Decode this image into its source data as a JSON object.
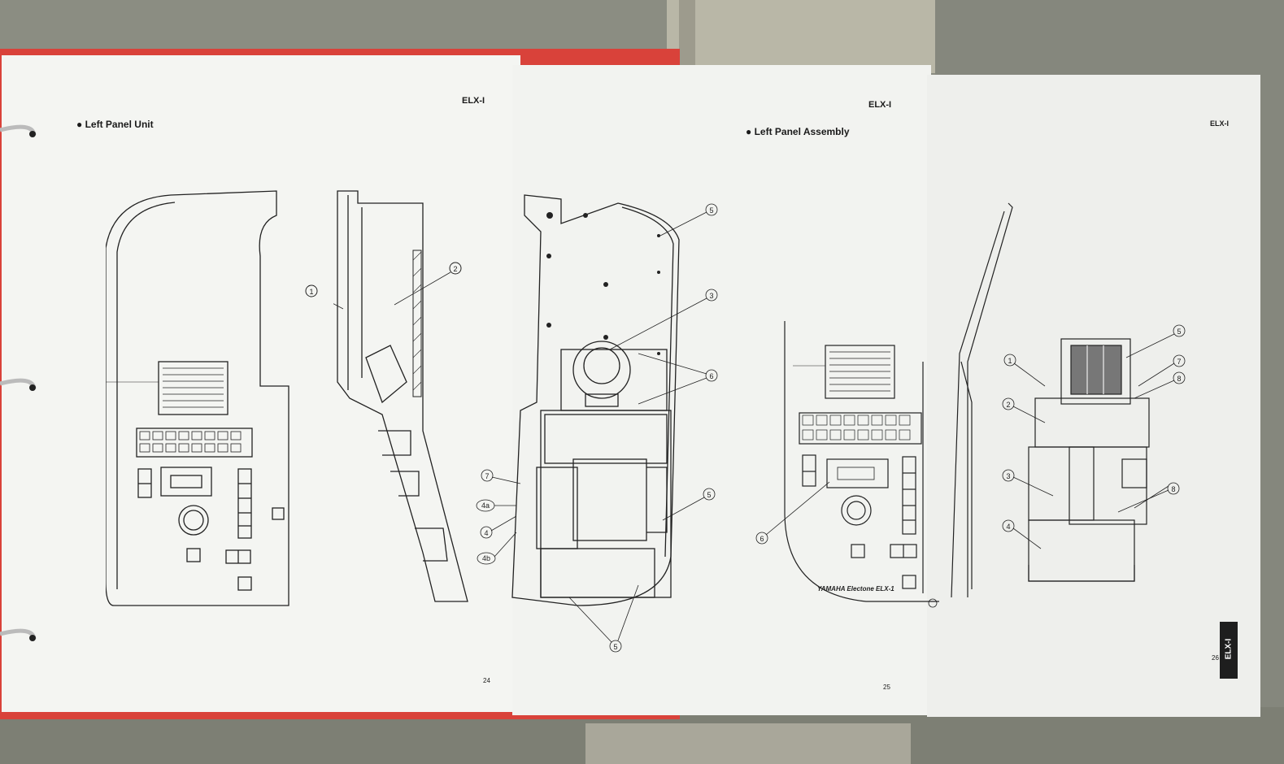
{
  "left_page": {
    "header": "ELX-I",
    "title": "Left Panel Unit",
    "page_number": "24",
    "front_view_callouts": [
      "1",
      "2"
    ]
  },
  "middle_page": {
    "header": "ELX-I",
    "title": "Left Panel Assembly",
    "page_number": "25",
    "callouts": [
      "5",
      "3",
      "6",
      "7",
      "4a",
      "4",
      "4b",
      "5",
      "5",
      "6"
    ]
  },
  "right_page": {
    "header": "ELX-I",
    "page_number": "26",
    "callouts": [
      "1",
      "5",
      "7",
      "8",
      "2",
      "3",
      "8",
      "4"
    ],
    "side_tab": "ELX-I"
  },
  "panel_labels": {
    "brand": "YAMAHA Electone ELX-1"
  },
  "colors": {
    "binder": "#d9423a",
    "paper": "#f4f5f2",
    "line": "#222222"
  }
}
